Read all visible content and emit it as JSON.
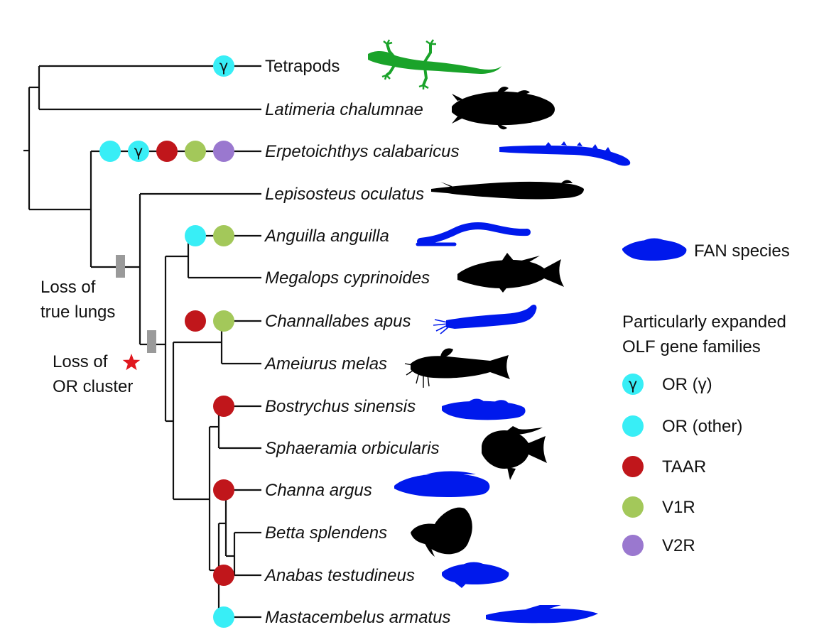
{
  "taxa": [
    {
      "name": "Tetrapods",
      "italic": false,
      "silhouette": "salamander-icon",
      "fan": false
    },
    {
      "name": "Latimeria chalumnae",
      "italic": true,
      "silhouette": "coelacanth-icon",
      "fan": false
    },
    {
      "name": "Erpetoichthys calabaricus",
      "italic": true,
      "silhouette": "reedfish-icon",
      "fan": true
    },
    {
      "name": "Lepisosteus oculatus",
      "italic": true,
      "silhouette": "gar-icon",
      "fan": false
    },
    {
      "name": "Anguilla anguilla",
      "italic": true,
      "silhouette": "eel-icon",
      "fan": true
    },
    {
      "name": "Megalops cyprinoides",
      "italic": true,
      "silhouette": "tarpon-icon",
      "fan": false
    },
    {
      "name": "Channallabes apus",
      "italic": true,
      "silhouette": "eel-catfish-icon",
      "fan": true
    },
    {
      "name": "Ameiurus melas",
      "italic": true,
      "silhouette": "catfish-icon",
      "fan": false
    },
    {
      "name": "Bostrychus sinensis",
      "italic": true,
      "silhouette": "sleeper-goby-icon",
      "fan": true
    },
    {
      "name": "Sphaeramia orbicularis",
      "italic": true,
      "silhouette": "cardinalfish-icon",
      "fan": false
    },
    {
      "name": "Channa argus",
      "italic": true,
      "silhouette": "snakehead-icon",
      "fan": true
    },
    {
      "name": "Betta splendens",
      "italic": true,
      "silhouette": "betta-icon",
      "fan": false
    },
    {
      "name": "Anabas testudineus",
      "italic": true,
      "silhouette": "climbing-perch-icon",
      "fan": true
    },
    {
      "name": "Mastacembelus armatus",
      "italic": true,
      "silhouette": "spiny-eel-icon",
      "fan": true
    }
  ],
  "expansions": [
    [
      "OR_gamma"
    ],
    [],
    [
      "OR_other",
      "OR_gamma",
      "TAAR",
      "V1R",
      "V2R"
    ],
    [],
    [
      "OR_other",
      "V1R"
    ],
    [],
    [
      "TAAR",
      "V1R"
    ],
    [],
    [
      "TAAR"
    ],
    [],
    [
      "TAAR"
    ],
    [],
    [
      "TAAR"
    ],
    [
      "OR_other"
    ]
  ],
  "events": [
    {
      "id": "loss-true-lungs",
      "lines": [
        "Loss of",
        "true lungs"
      ],
      "star": false
    },
    {
      "id": "loss-or-cluster",
      "lines": [
        "Loss of",
        "OR cluster"
      ],
      "star": true
    }
  ],
  "legend": {
    "fan_label": "FAN species",
    "title_lines": [
      "Particularly expanded",
      "OLF gene families"
    ],
    "items": [
      {
        "key": "OR_gamma",
        "label": "OR (γ)"
      },
      {
        "key": "OR_other",
        "label": "OR (other)"
      },
      {
        "key": "TAAR",
        "label": "TAAR"
      },
      {
        "key": "V1R",
        "label": "V1R"
      },
      {
        "key": "V2R",
        "label": "V2R"
      }
    ]
  },
  "gamma_symbol": "γ",
  "colors": {
    "OR_gamma": "#38eef6",
    "OR_other": "#38eef6",
    "TAAR": "#c0161b",
    "V1R": "#a3c85a",
    "V2R": "#9a78cf",
    "fan": "#0019ec",
    "tetrapod": "#1aa32a",
    "silhouette": "#000000",
    "event_box": "#9a9a9a",
    "star": "#e0171e"
  }
}
